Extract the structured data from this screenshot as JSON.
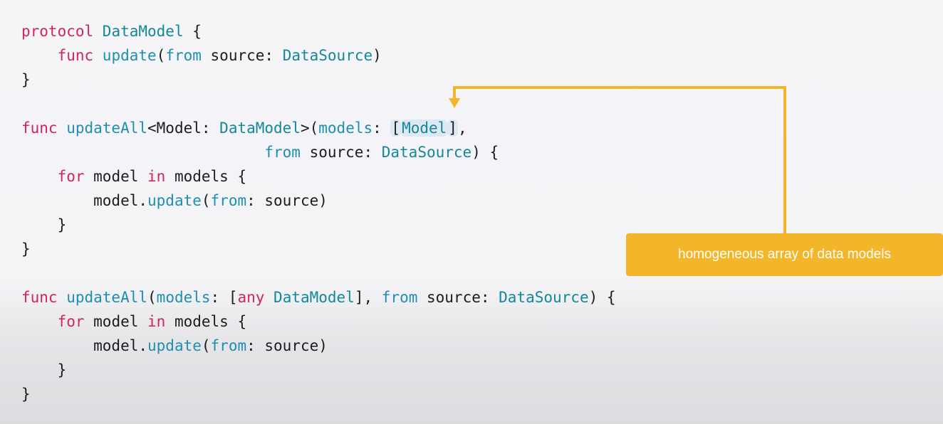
{
  "code": {
    "lines": [
      [
        {
          "t": "protocol ",
          "c": "keyword"
        },
        {
          "t": "DataModel",
          "c": "type"
        },
        {
          "t": " {",
          "c": "plain"
        }
      ],
      [
        {
          "t": "    ",
          "c": "plain"
        },
        {
          "t": "func ",
          "c": "keyword"
        },
        {
          "t": "update",
          "c": "func"
        },
        {
          "t": "(",
          "c": "plain"
        },
        {
          "t": "from",
          "c": "func"
        },
        {
          "t": " source: ",
          "c": "plain"
        },
        {
          "t": "DataSource",
          "c": "type"
        },
        {
          "t": ")",
          "c": "plain"
        }
      ],
      [
        {
          "t": "}",
          "c": "plain"
        }
      ],
      [],
      [
        {
          "t": "func ",
          "c": "keyword"
        },
        {
          "t": "updateAll",
          "c": "func"
        },
        {
          "t": "<Model: ",
          "c": "plain"
        },
        {
          "t": "DataModel",
          "c": "type"
        },
        {
          "t": ">(",
          "c": "plain"
        },
        {
          "t": "models",
          "c": "func"
        },
        {
          "t": ": ",
          "c": "plain"
        },
        {
          "t": "[",
          "c": "plain",
          "hl": true
        },
        {
          "t": "Model",
          "c": "type",
          "hl": true
        },
        {
          "t": "]",
          "c": "plain",
          "hl": true
        },
        {
          "t": ",",
          "c": "plain"
        }
      ],
      [
        {
          "t": "                           ",
          "c": "plain"
        },
        {
          "t": "from",
          "c": "func"
        },
        {
          "t": " source: ",
          "c": "plain"
        },
        {
          "t": "DataSource",
          "c": "type"
        },
        {
          "t": ") {",
          "c": "plain"
        }
      ],
      [
        {
          "t": "    ",
          "c": "plain"
        },
        {
          "t": "for ",
          "c": "keyword"
        },
        {
          "t": "model ",
          "c": "plain"
        },
        {
          "t": "in ",
          "c": "keyword"
        },
        {
          "t": "models {",
          "c": "plain"
        }
      ],
      [
        {
          "t": "        model.",
          "c": "plain"
        },
        {
          "t": "update",
          "c": "func"
        },
        {
          "t": "(",
          "c": "plain"
        },
        {
          "t": "from",
          "c": "func"
        },
        {
          "t": ": source)",
          "c": "plain"
        }
      ],
      [
        {
          "t": "    }",
          "c": "plain"
        }
      ],
      [
        {
          "t": "}",
          "c": "plain"
        }
      ],
      [],
      [
        {
          "t": "func ",
          "c": "keyword"
        },
        {
          "t": "updateAll",
          "c": "func"
        },
        {
          "t": "(",
          "c": "plain"
        },
        {
          "t": "models",
          "c": "func"
        },
        {
          "t": ": [",
          "c": "plain"
        },
        {
          "t": "any ",
          "c": "keyword"
        },
        {
          "t": "DataModel",
          "c": "type"
        },
        {
          "t": "], ",
          "c": "plain"
        },
        {
          "t": "from",
          "c": "func"
        },
        {
          "t": " source: ",
          "c": "plain"
        },
        {
          "t": "DataSource",
          "c": "type"
        },
        {
          "t": ") {",
          "c": "plain"
        }
      ],
      [
        {
          "t": "    ",
          "c": "plain"
        },
        {
          "t": "for ",
          "c": "keyword"
        },
        {
          "t": "model ",
          "c": "plain"
        },
        {
          "t": "in ",
          "c": "keyword"
        },
        {
          "t": "models {",
          "c": "plain"
        }
      ],
      [
        {
          "t": "        model.",
          "c": "plain"
        },
        {
          "t": "update",
          "c": "func"
        },
        {
          "t": "(",
          "c": "plain"
        },
        {
          "t": "from",
          "c": "func"
        },
        {
          "t": ": source)",
          "c": "plain"
        }
      ],
      [
        {
          "t": "    }",
          "c": "plain"
        }
      ],
      [
        {
          "t": "}",
          "c": "plain"
        }
      ]
    ]
  },
  "callout": {
    "text": "homogeneous array of data models",
    "color": "#f3b529",
    "icon": "arrow-down-icon"
  },
  "colors": {
    "keyword": "#d0255f",
    "type": "#138899",
    "func": "#1e8fb0",
    "plain": "#1c1c1e",
    "highlight": "#dde8f3"
  }
}
